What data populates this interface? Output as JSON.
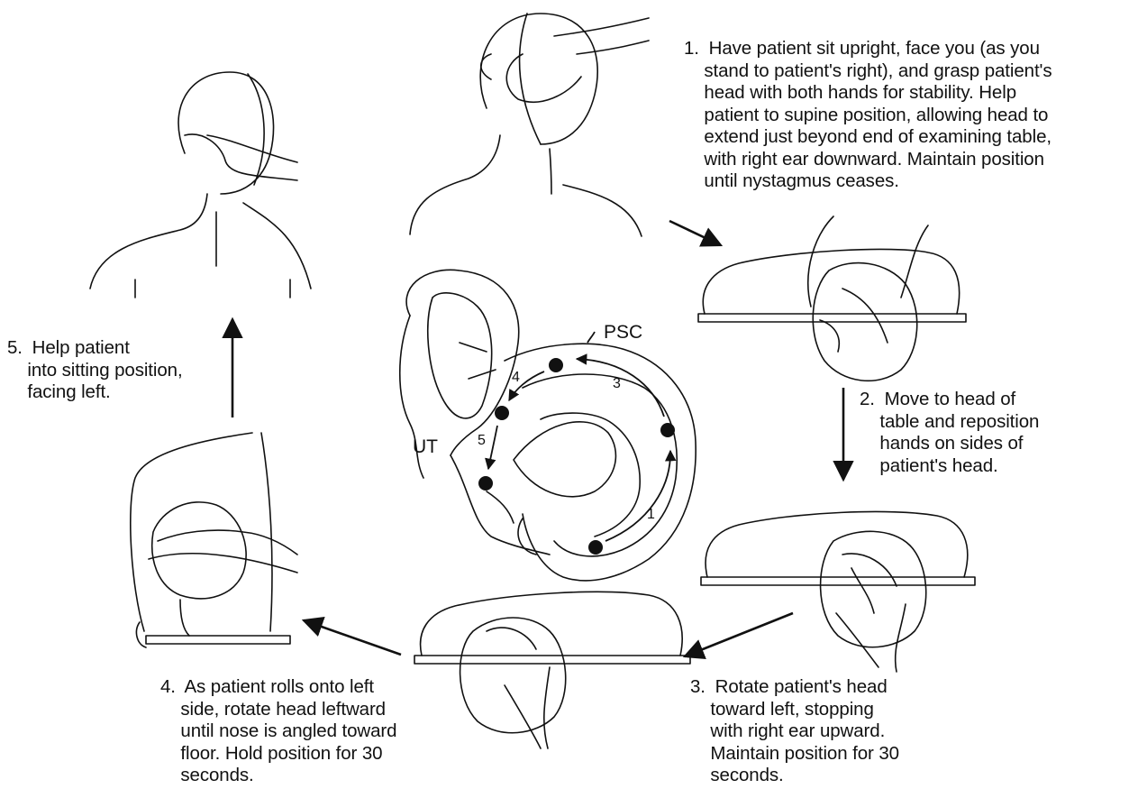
{
  "steps": [
    {
      "number": "1.",
      "lines": [
        "Have patient sit upright, face you (as you",
        "stand to patient's right), and grasp patient's",
        "head with both hands for stability. Help",
        "patient to supine position, allowing head to",
        "extend just beyond end of examining table,",
        "with right ear downward. Maintain position",
        "until nystagmus ceases."
      ]
    },
    {
      "number": "2.",
      "lines": [
        "Move to head of",
        "table and reposition",
        "hands on sides of",
        "patient's head."
      ]
    },
    {
      "number": "3.",
      "lines": [
        "Rotate patient's head",
        "toward left, stopping",
        "with right ear upward.",
        "Maintain position for 30",
        "seconds."
      ]
    },
    {
      "number": "4.",
      "lines": [
        "As patient rolls onto left",
        "side, rotate head leftward",
        "until nose is angled toward",
        "floor. Hold position for 30",
        "seconds."
      ]
    },
    {
      "number": "5.",
      "lines": [
        "Help patient",
        "into sitting position,",
        "facing left."
      ]
    }
  ],
  "canal_labels": {
    "psc": "PSC",
    "ut": "UT",
    "positions": [
      "1",
      "3",
      "4",
      "5"
    ]
  }
}
